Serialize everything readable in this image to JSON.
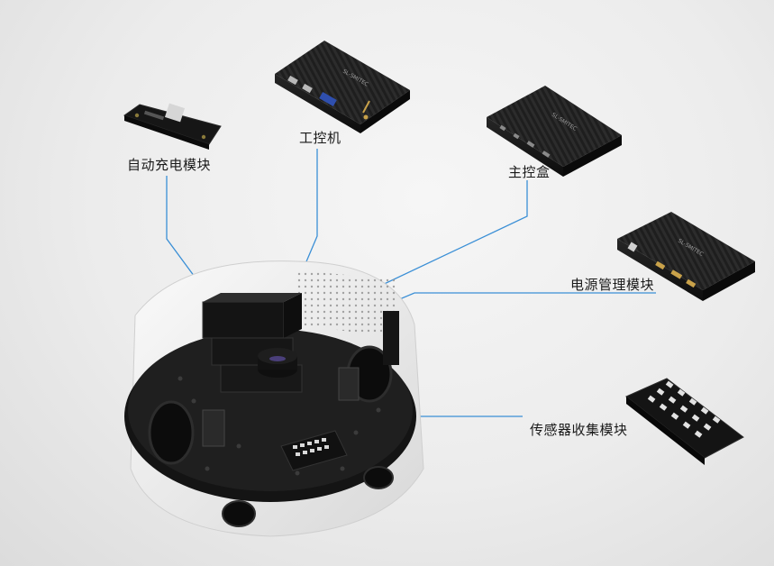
{
  "labels": {
    "auto_charging_module": "自动充电模块",
    "industrial_pc": "工控机",
    "main_control_box": "主控盒",
    "power_management_module": "电源管理模块",
    "sensor_collection_module": "传感器收集模块"
  },
  "device_brand": "SL-SMITEC",
  "colors": {
    "leader_line": "#3a8fd6",
    "device_body": "#1b1b1b",
    "robot_shell": "#f2f2f2",
    "accent_gold": "#c9a24a"
  }
}
